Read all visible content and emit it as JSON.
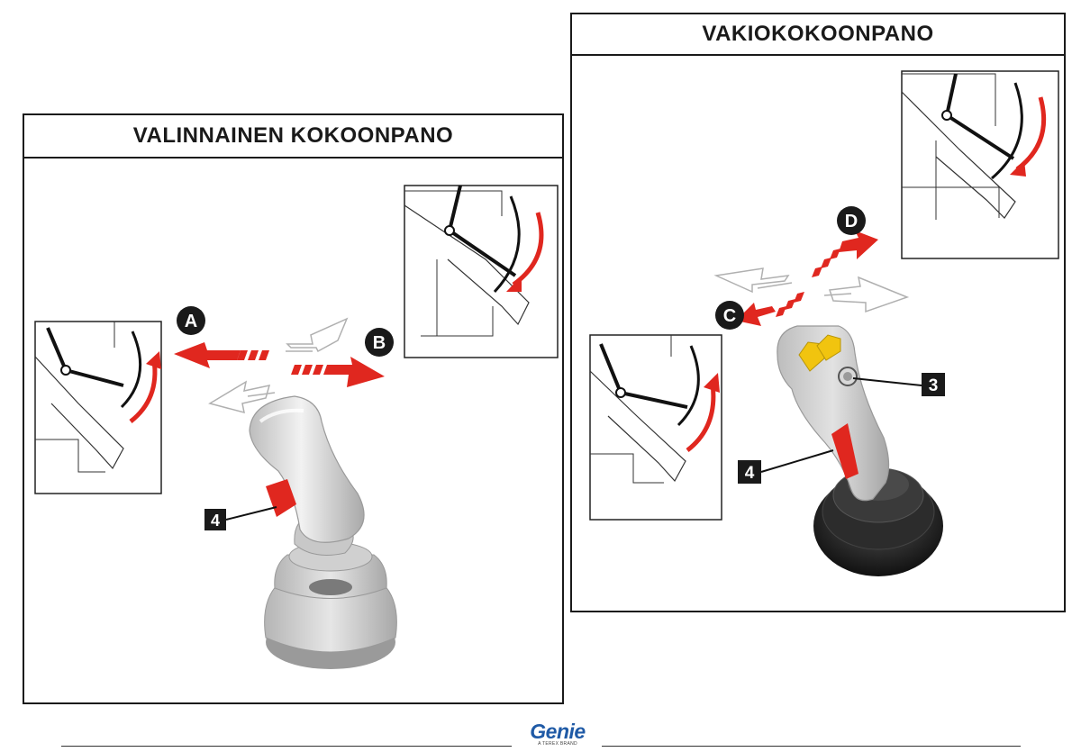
{
  "panels": {
    "optional": {
      "title": "VALINNAINEN KOKOONPANO"
    },
    "standard": {
      "title": "VAKIOKOKOONPANO"
    }
  },
  "labels": {
    "a": "A",
    "b": "B",
    "c": "C",
    "d": "D",
    "callout_4_left": "4",
    "callout_4_right": "4",
    "callout_3": "3"
  },
  "footer": {
    "brand": "Genie",
    "tagline": "A TEREX BRAND"
  },
  "colors": {
    "arrow_red": "#e0271f",
    "outline_arrow": "#bdbdbd",
    "panel_border": "#1a1a1a",
    "brand_blue": "#1f5aa6",
    "joystick_grey": "#cfcfcf",
    "boot_black": "#222222",
    "switch_yellow": "#f1c40f"
  }
}
